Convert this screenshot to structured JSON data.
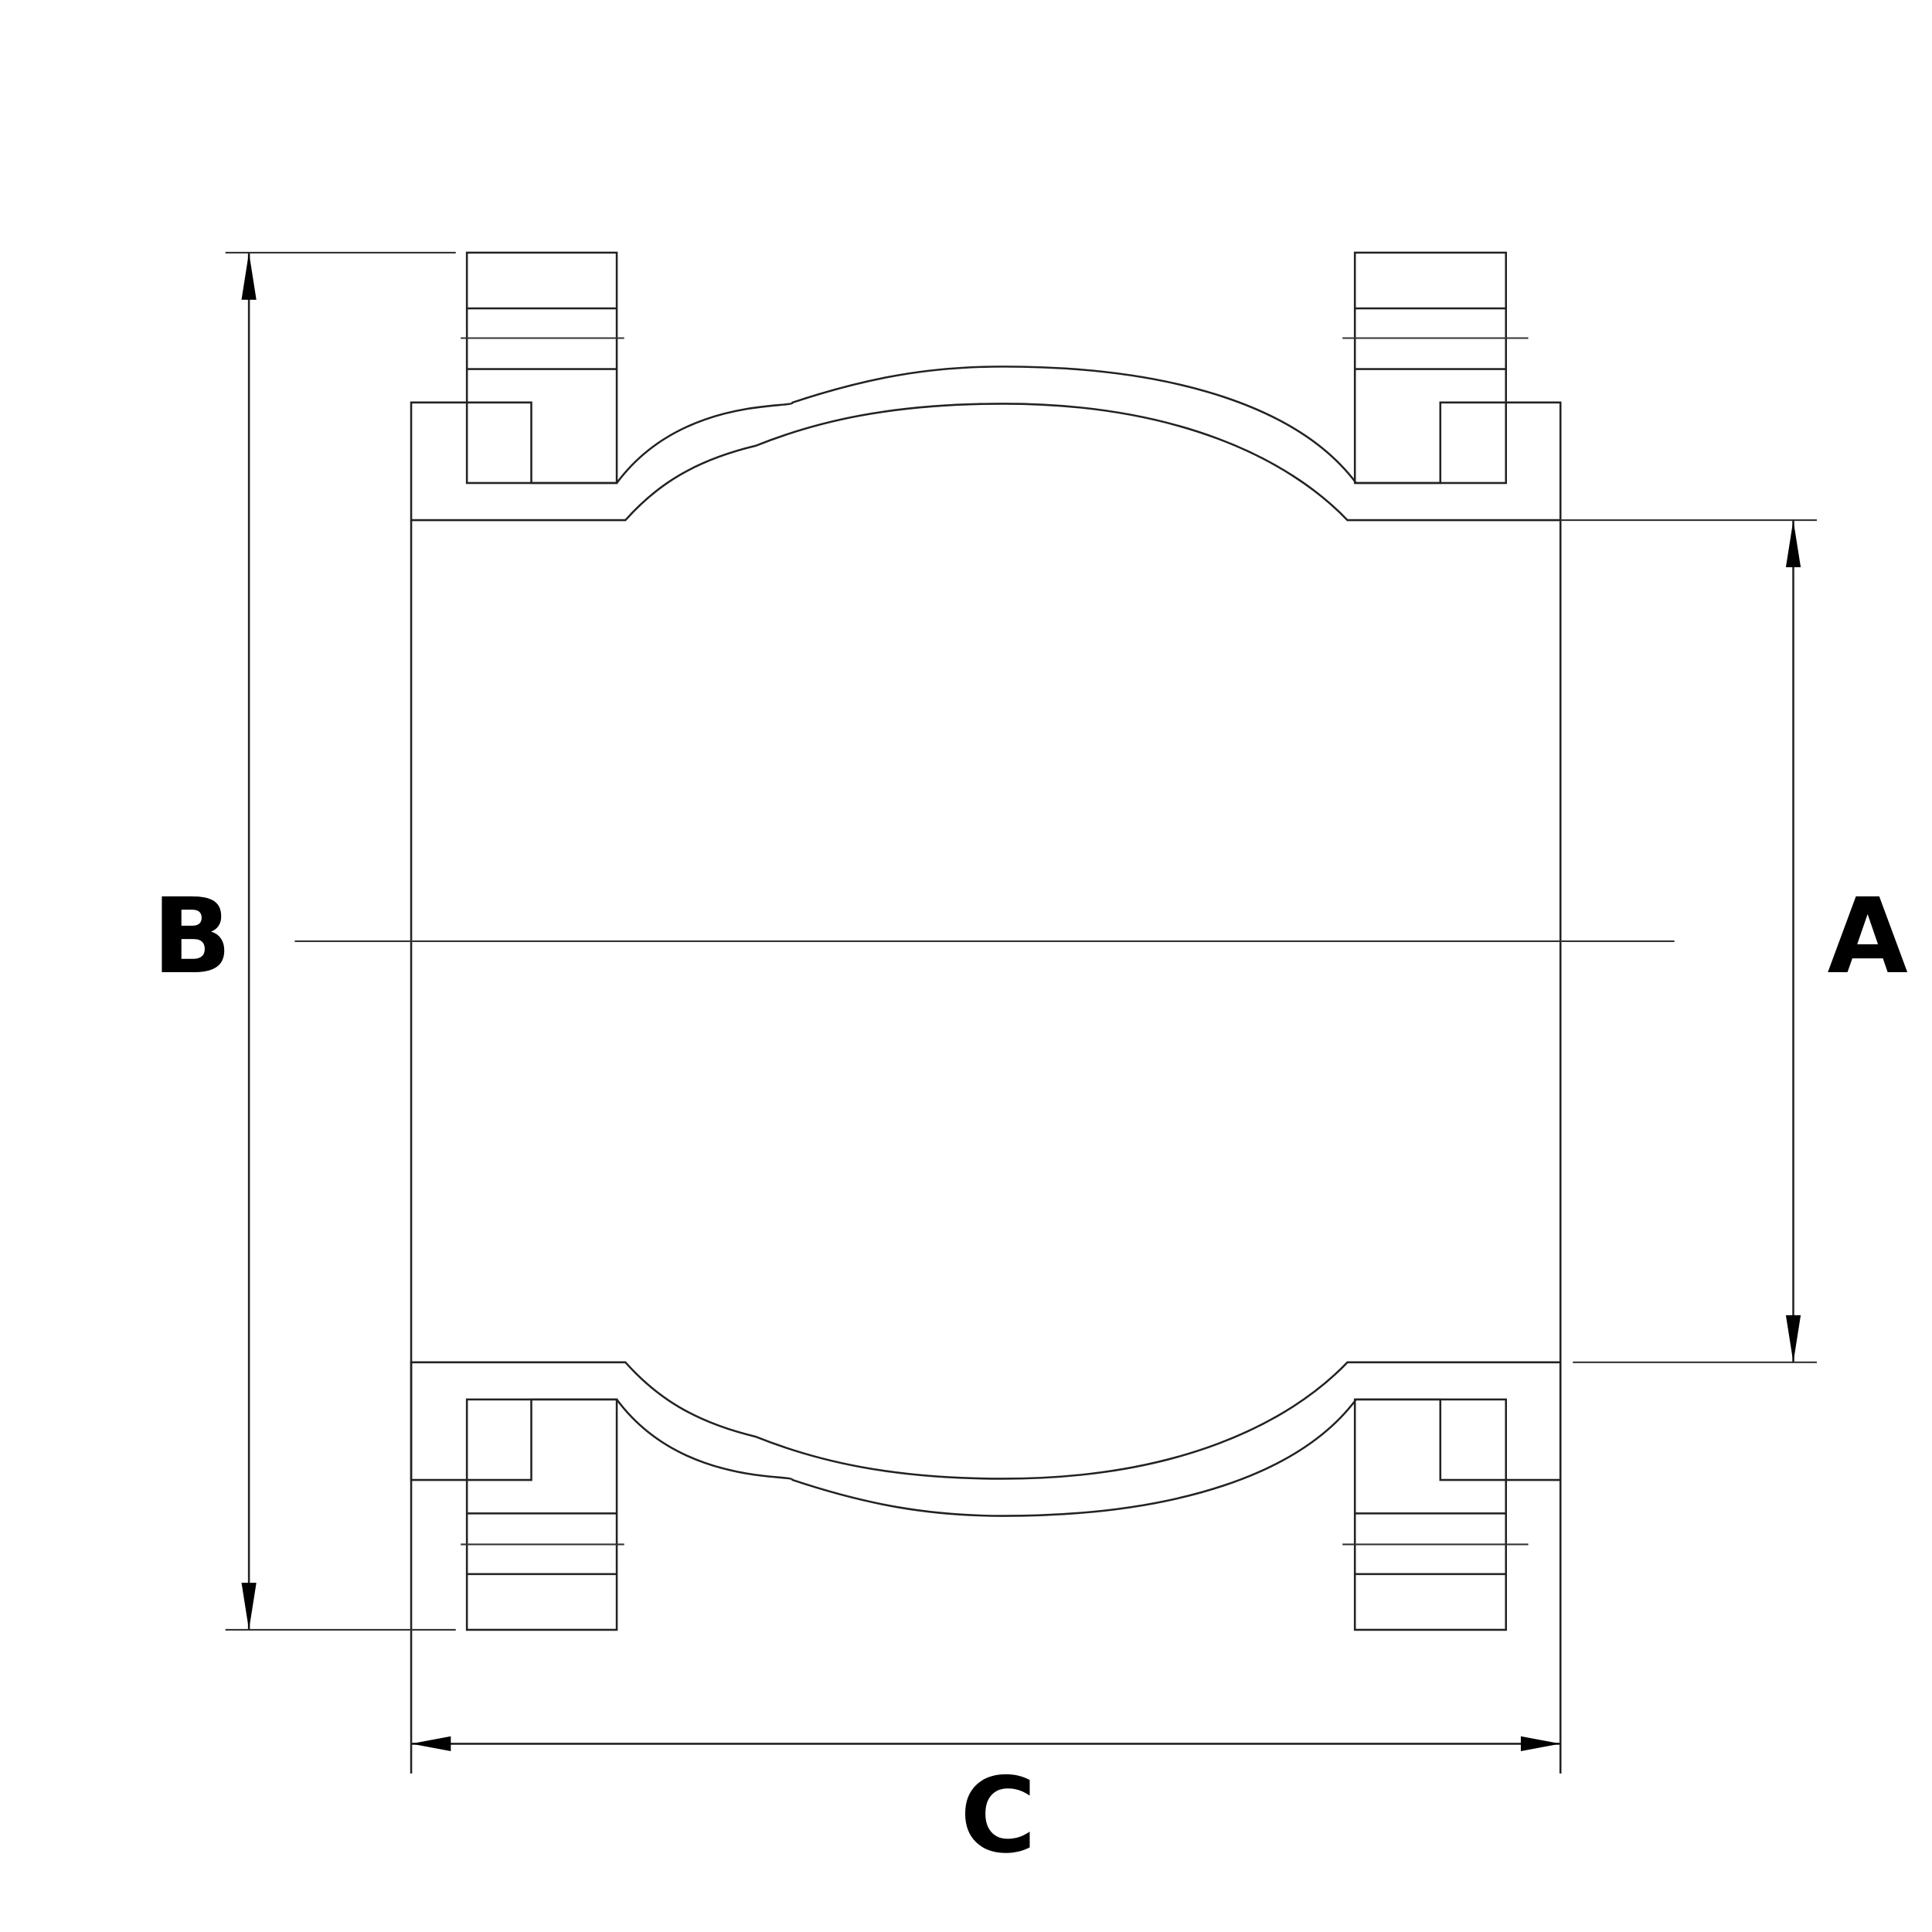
{
  "drawing": {
    "dimension_labels": {
      "a": "A",
      "b": "B",
      "c": "C"
    },
    "colors": {
      "line": "#222222",
      "background": "#ffffff"
    }
  }
}
